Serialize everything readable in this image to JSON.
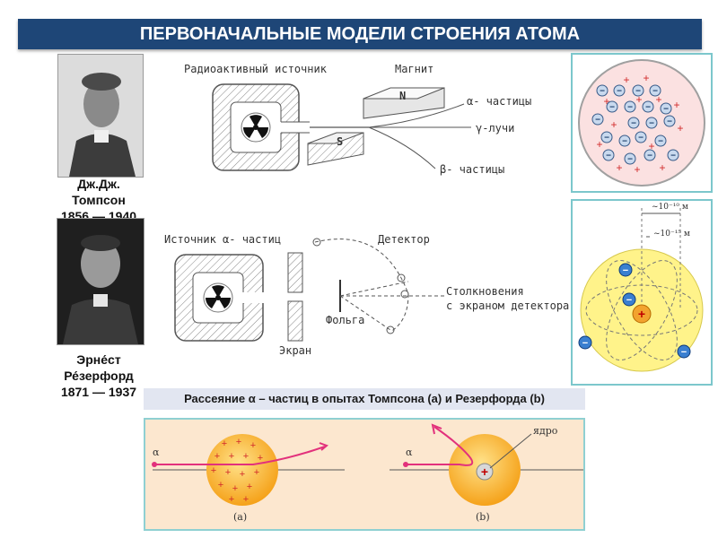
{
  "title": "ПЕРВОНАЧАЛЬНЫЕ МОДЕЛИ СТРОЕНИЯ АТОМА",
  "thomson": {
    "name": "Дж.Дж. Томпсон",
    "name_line1": "Дж.Дж.",
    "name_line2": "Томпсон",
    "years": "1856 — 1940"
  },
  "rutherford": {
    "name_line1": "Эрне́ст",
    "name_line2": "Ре́зерфорд",
    "years": "1871 — 1937"
  },
  "exp1": {
    "source": "Радиоактивный источник",
    "magnet": "Магнит",
    "alpha": "α- частицы",
    "gamma": "γ-лучи",
    "beta": "β- частицы",
    "pole_n": "N",
    "pole_s": "S"
  },
  "exp2": {
    "source": "Источник α- частиц",
    "detector": "Детектор",
    "collision1": "Столкновения",
    "collision2": "с экраном детектора",
    "foil": "Фольга",
    "screen": "Экран"
  },
  "nucleus_model": {
    "scale1": "~10⁻¹⁰ м",
    "scale2": "~10⁻¹⁵ м"
  },
  "scattering": {
    "caption": "Рассеяние α – частиц в опытах Томпсона (а) и Резерфорда (b)",
    "alpha_a": "α",
    "alpha_b": "α",
    "nucleus": "ядро",
    "label_a": "(a)",
    "label_b": "(b)"
  }
}
